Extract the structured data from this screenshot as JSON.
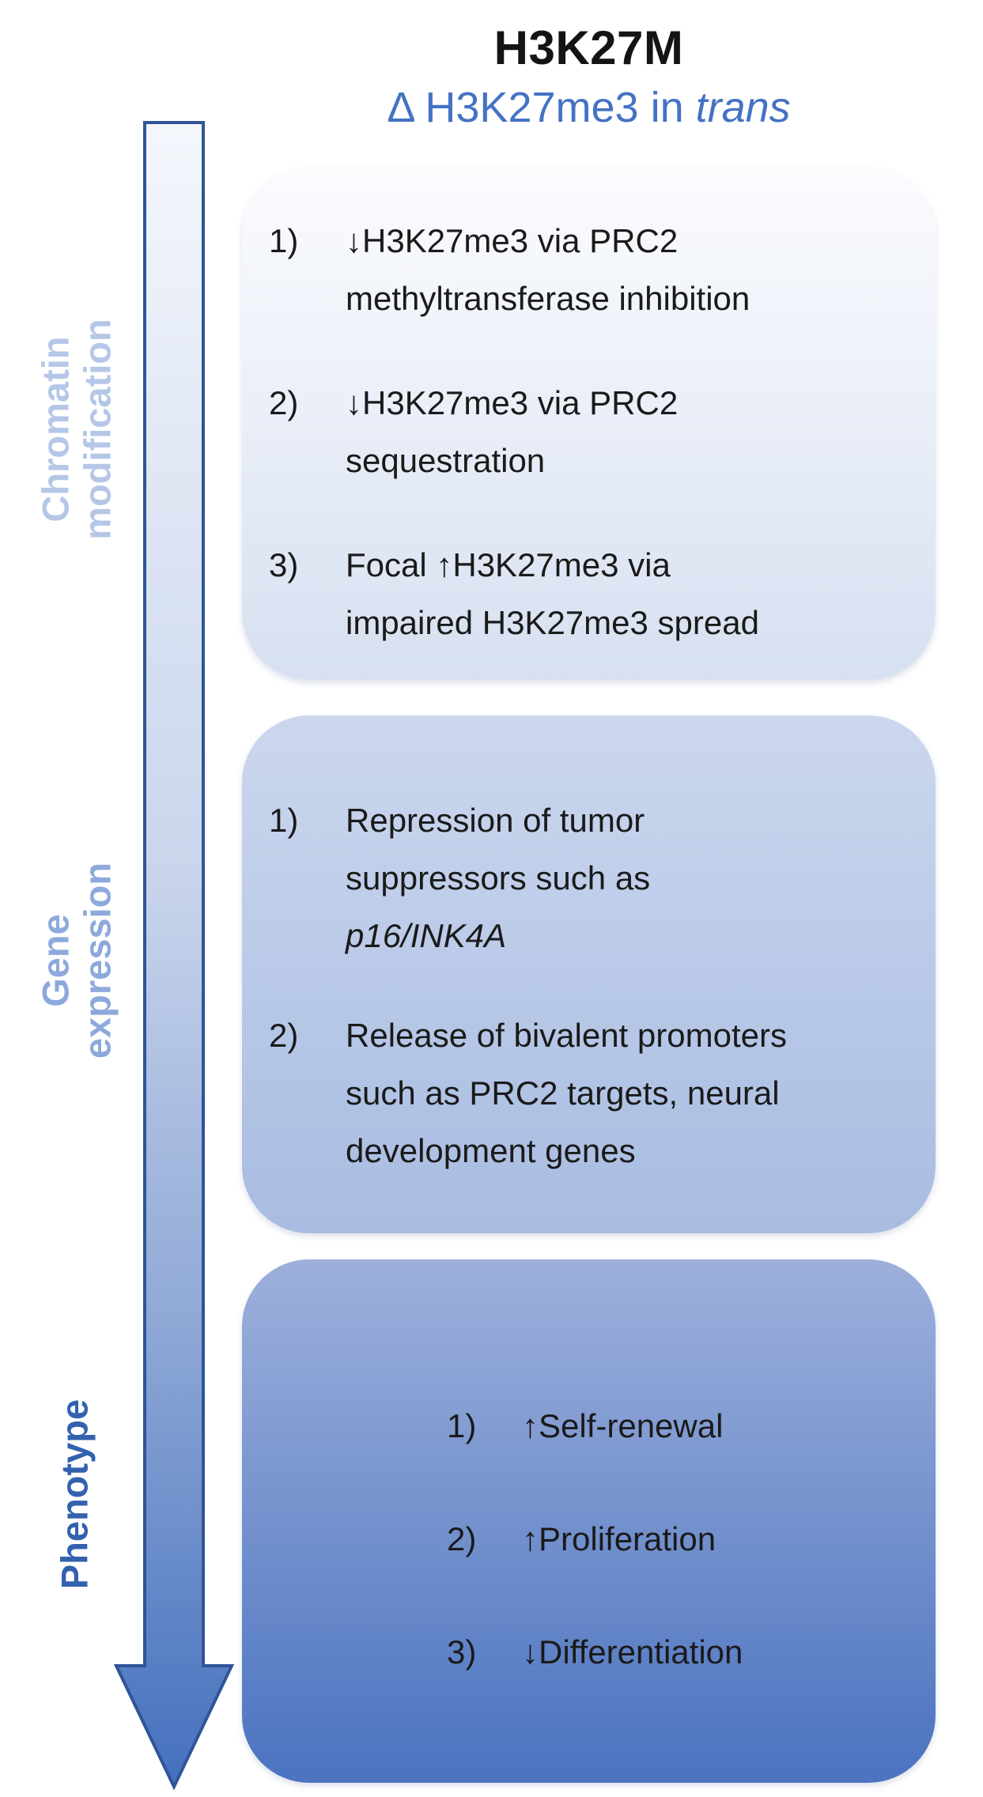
{
  "header": {
    "title": "H3K27M",
    "subtitle_main": "Δ H3K27me3 in ",
    "subtitle_italic": "trans"
  },
  "side_labels": [
    {
      "id": "chromatin-modification",
      "text": "Chromatin\nmodification",
      "color": "#B4C7E7"
    },
    {
      "id": "gene-expression",
      "text": "Gene\nexpression",
      "color": "#8DA9DC"
    },
    {
      "id": "phenotype",
      "text": "Phenotype",
      "color": "#3361AE"
    }
  ],
  "arrow": {
    "direction": "down",
    "border_color": "#2F5597",
    "gradient_top": "#F4F7FC",
    "gradient_bottom": "#4470BE"
  },
  "colors": {
    "subtitle_blue": "#4472C4",
    "box1_top": "#FBFCFE",
    "box1_bottom": "#D7E0F1",
    "box2_top": "#CBD7EE",
    "box2_bottom": "#A8BCE1",
    "box3_top": "#9DB0DB",
    "box3_bottom": "#4B73C0"
  },
  "boxes": [
    {
      "category": "Chromatin modification",
      "items": [
        {
          "num": "1)",
          "lines": [
            "↓H3K27me3 via PRC2",
            "methyltransferase inhibition"
          ]
        },
        {
          "num": "2)",
          "lines": [
            "↓H3K27me3 via PRC2",
            "sequestration"
          ]
        },
        {
          "num": "3)",
          "lines": [
            "Focal ↑H3K27me3 via",
            "impaired H3K27me3 spread"
          ]
        }
      ]
    },
    {
      "category": "Gene expression",
      "items": [
        {
          "num": "1)",
          "lines": [
            "Repression of tumor",
            "suppressors such as",
            "p16/INK4A"
          ],
          "italic_line_index": 2
        },
        {
          "num": "2)",
          "lines": [
            "Release of bivalent promoters",
            "such as PRC2 targets, neural",
            "development genes"
          ]
        }
      ]
    },
    {
      "category": "Phenotype",
      "items": [
        {
          "num": "1)",
          "lines": [
            "↑Self-renewal"
          ]
        },
        {
          "num": "2)",
          "lines": [
            "↑Proliferation"
          ]
        },
        {
          "num": "3)",
          "lines": [
            "↓Differentiation"
          ]
        }
      ]
    }
  ]
}
